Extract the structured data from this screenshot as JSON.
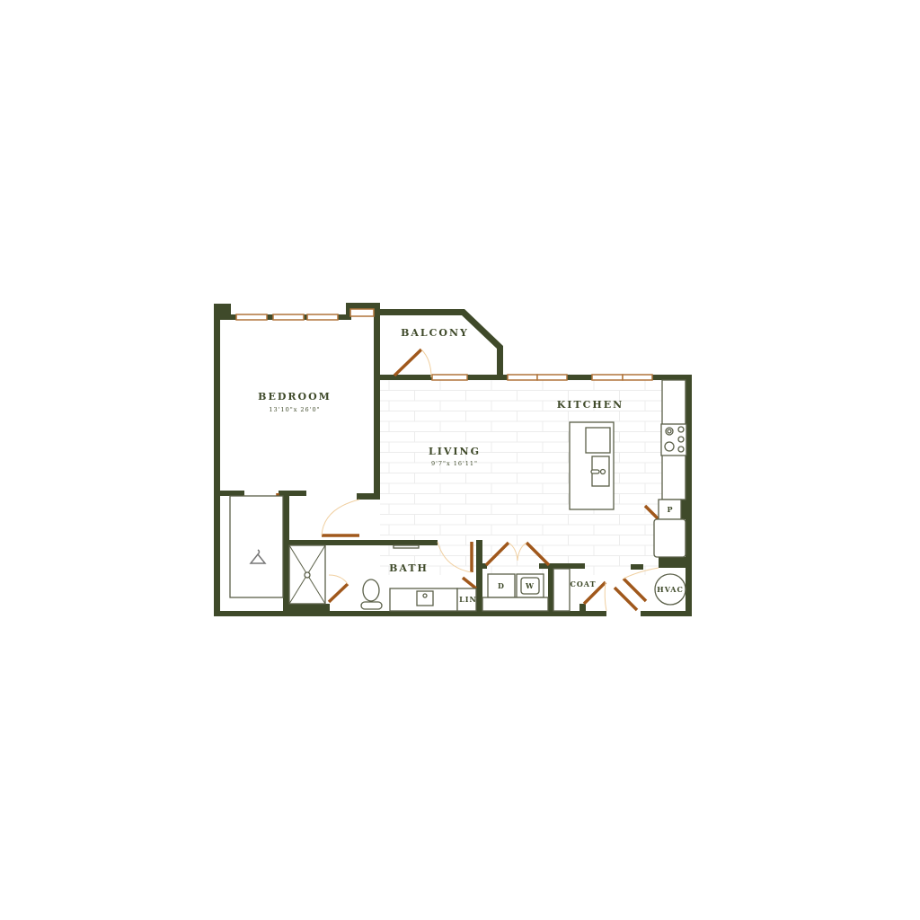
{
  "plan": {
    "rooms": {
      "bedroom": {
        "label": "BEDROOM",
        "dimensions": "13'10\"x 26'0\""
      },
      "balcony": {
        "label": "BALCONY"
      },
      "living": {
        "label": "LIVING",
        "dimensions": "9'7\"x 16'11\""
      },
      "kitchen": {
        "label": "KITCHEN"
      },
      "bath": {
        "label": "BATH"
      },
      "linen": {
        "label": "LIN"
      },
      "coat": {
        "label": "COAT"
      },
      "hvac": {
        "label": "HVAC"
      },
      "pantry": {
        "label": "P"
      },
      "dryer": {
        "label": "D"
      },
      "washer": {
        "label": "W"
      }
    },
    "colors": {
      "wall": "#3f4a2a",
      "door": "#a0581c",
      "window": "#b0743a"
    }
  }
}
